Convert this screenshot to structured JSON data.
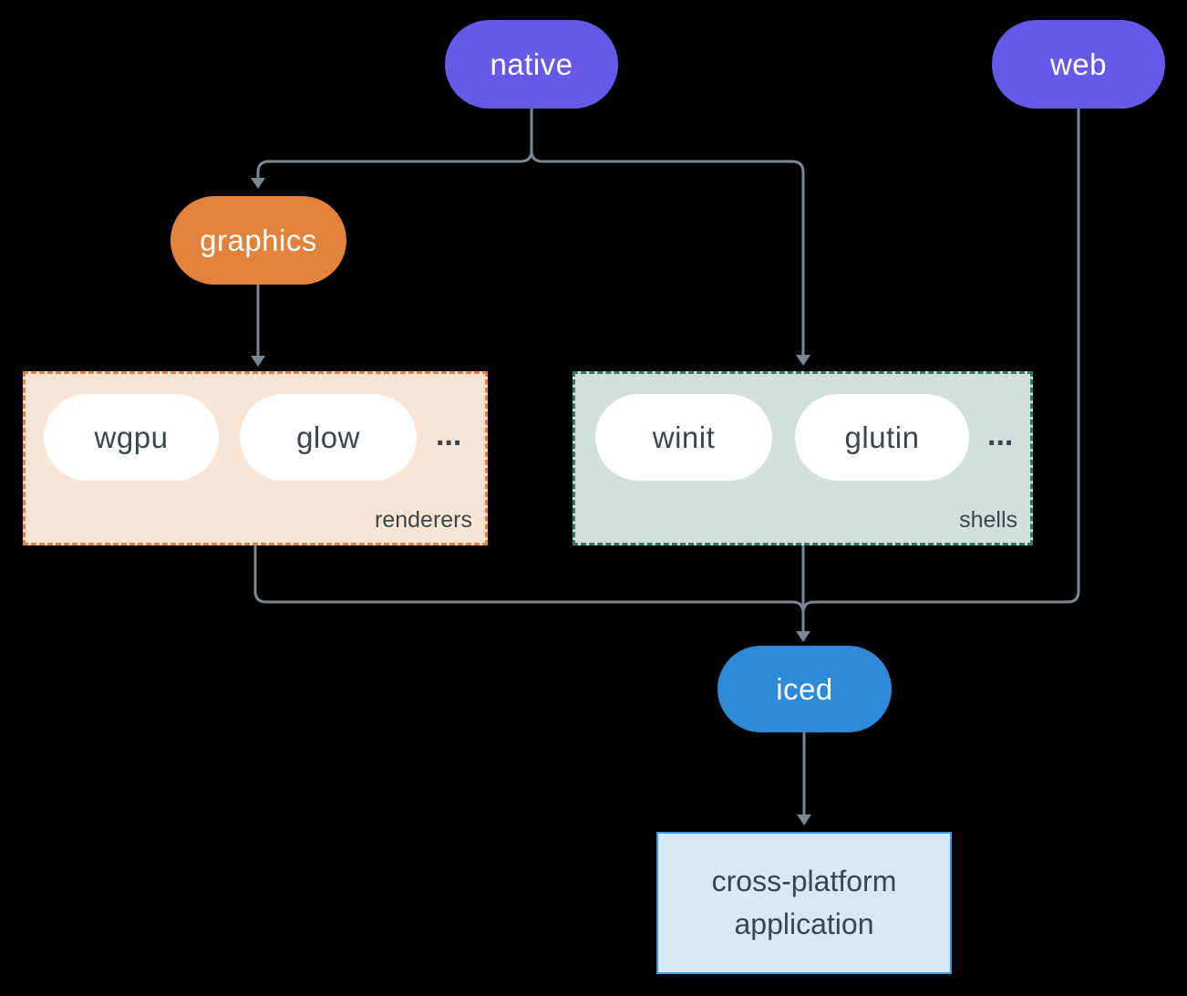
{
  "diagram": {
    "type": "dependency-graph",
    "background": "#000000",
    "nodes": {
      "native": {
        "label": "native",
        "shape": "pill",
        "color": "#6658E9",
        "text_color": "#FFFFFF"
      },
      "web": {
        "label": "web",
        "shape": "pill",
        "color": "#6658E9",
        "text_color": "#FFFFFF"
      },
      "graphics": {
        "label": "graphics",
        "shape": "pill",
        "color": "#E2823B",
        "text_color": "#FFFFFF"
      },
      "iced": {
        "label": "iced",
        "shape": "pill",
        "color": "#2E8AD8",
        "text_color": "#FFFFFF"
      },
      "app": {
        "lines": [
          "cross-platform",
          "application"
        ],
        "shape": "rect",
        "bg": "#D7E8F9",
        "border": "#3B98E8",
        "text_color": "#37474F"
      }
    },
    "groups": {
      "renderers": {
        "label": "renderers",
        "bg": "#FAE5D4",
        "border": "#E2823B",
        "border_style": "dashed",
        "items": [
          "wgpu",
          "glow"
        ],
        "ellipsis": "...",
        "item_bg": "#FFFFFF",
        "item_text_color": "#37474F"
      },
      "shells": {
        "label": "shells",
        "bg": "#D2E0DB",
        "border": "#2E7A6C",
        "border_style": "dashed",
        "items": [
          "winit",
          "glutin"
        ],
        "ellipsis": "...",
        "item_bg": "#FFFFFF",
        "item_text_color": "#37474F"
      }
    },
    "edges": [
      {
        "from": "native",
        "to": "graphics"
      },
      {
        "from": "native",
        "to": "shells"
      },
      {
        "from": "graphics",
        "to": "renderers"
      },
      {
        "from": "renderers",
        "to": "iced"
      },
      {
        "from": "shells",
        "to": "iced"
      },
      {
        "from": "web",
        "to": "iced"
      },
      {
        "from": "iced",
        "to": "app"
      }
    ],
    "edge_color": "#7A8795"
  }
}
